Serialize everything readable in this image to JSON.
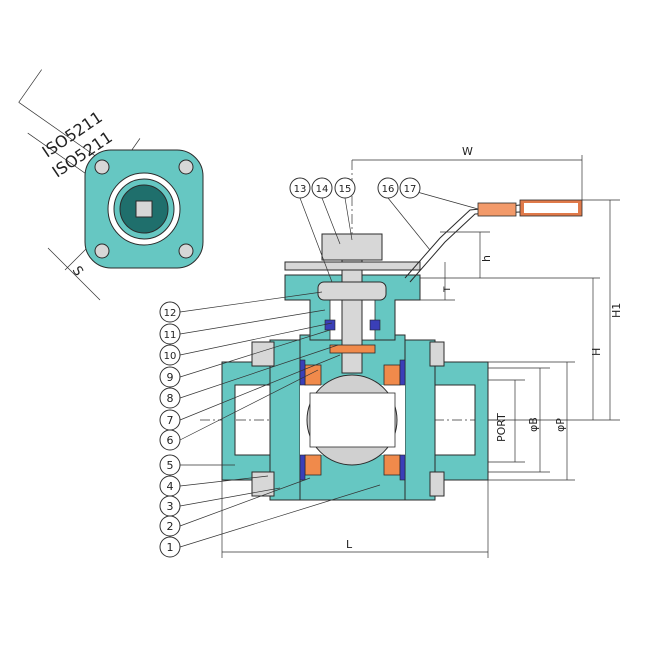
{
  "top_view": {
    "iso_labels": [
      "ISO5211",
      "ISO5211"
    ],
    "s_label": "S"
  },
  "callouts": [
    "1",
    "2",
    "3",
    "4",
    "5",
    "6",
    "7",
    "8",
    "9",
    "10",
    "11",
    "12",
    "13",
    "14",
    "15",
    "16",
    "17"
  ],
  "dimensions": {
    "W": "W",
    "L": "L",
    "H": "H",
    "H1": "H1",
    "h": "h",
    "T": "T",
    "PORT": "PORT",
    "B": "φB",
    "P": "φP"
  },
  "colors": {
    "body": "#66c7c2",
    "steel": "#d7d7d7",
    "seat": "#f08a4b",
    "seal": "#3a3fb8",
    "handle_sleeve": "#e07a4a"
  }
}
